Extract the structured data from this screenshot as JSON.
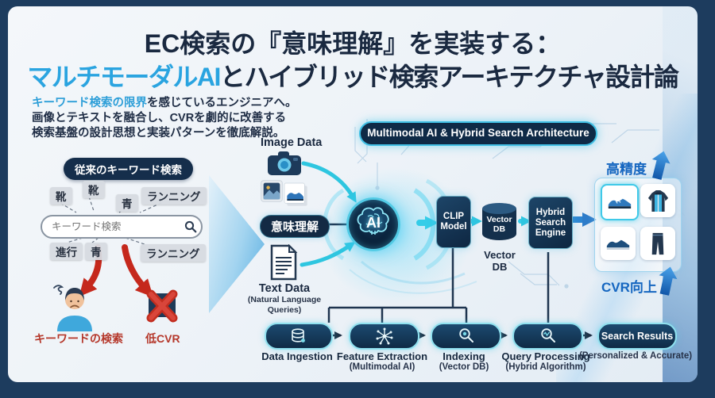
{
  "header": {
    "title_line1": "EC検索の『意味理解』を実装する：",
    "title_line2_highlight": "マルチモーダルAI",
    "title_line2_rest": "とハイブリッド検索アーキテクチャ設計論",
    "intro_line1_highlight": "キーワード検索の限界",
    "intro_line1_rest": "を感じているエンジニアへ。",
    "intro_line2": "画像とテキストを融合し、CVRを劇的に改善する",
    "intro_line3": "検索基盤の設計思想と実装パターンを徹底解説。"
  },
  "legacy_panel": {
    "header": "従来のキーワード検索",
    "tags_top": [
      "靴",
      "靴",
      "青",
      "ランニング"
    ],
    "search_placeholder": "キーワード検索",
    "tags_bottom": [
      "進行",
      "青",
      "ランニング"
    ],
    "caption_person": "キーワードの検索",
    "caption_cvr": "低CVR"
  },
  "architecture": {
    "banner": "Multimodal AI & Hybrid Search Architecture",
    "image_data_label": "Image Data",
    "semantic_pill": "意味理解",
    "text_data_label": "Text Data",
    "text_data_sub": "(Natural Language Queries)",
    "ai_core": "AI",
    "clip_box": "CLIP Model",
    "vector_db_box": "Vector DB",
    "vector_db_caption": "Vector DB",
    "hybrid_box": "Hybrid Search Engine",
    "accuracy_caption": "高精度",
    "cvr_caption": "CVR向上"
  },
  "pipeline": {
    "steps": [
      {
        "label": "Data Ingestion",
        "sub": ""
      },
      {
        "label": "Feature Extraction",
        "sub": "(Multimodal AI)"
      },
      {
        "label": "Indexing",
        "sub": "(Vector DB)"
      },
      {
        "label": "Query Processing",
        "sub": "(Hybrid Algorithm)"
      },
      {
        "label": "Search Results",
        "sub": "(Personalized & Accurate)"
      }
    ]
  },
  "colors": {
    "frame_navy": "#1d3c5e",
    "title_navy": "#1a2940",
    "accent_blue": "#2aa4e0",
    "cyan_glow": "#2ec6e0",
    "alert_red": "#b5372a",
    "box_navy": "#132a44"
  }
}
